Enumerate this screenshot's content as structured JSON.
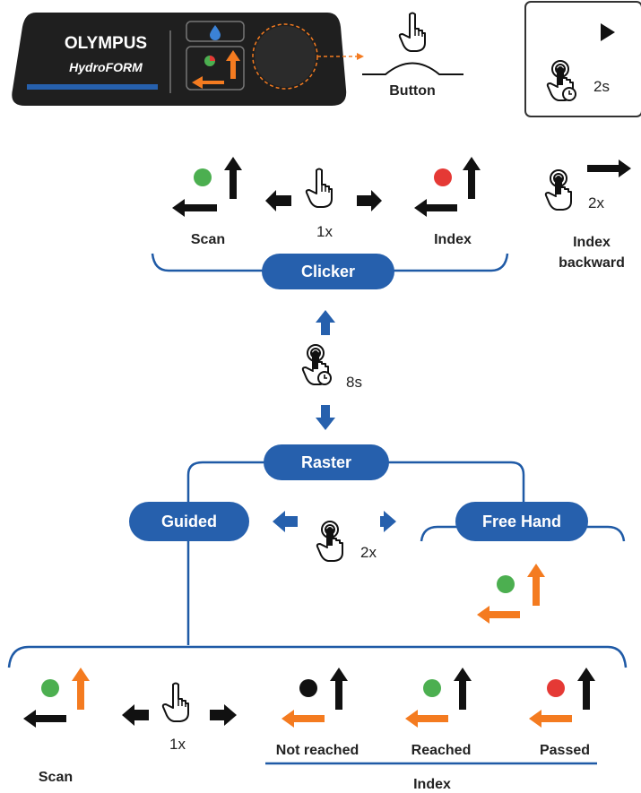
{
  "device": {
    "brand": "OLYMPUS",
    "model": "HydroFORM",
    "button_label": "Button"
  },
  "legend": {
    "hold_duration": "2s"
  },
  "clicker": {
    "label": "Clicker",
    "scan_label": "Scan",
    "index_label": "Index",
    "toggle_count": "1x",
    "index_backward_label_1": "Index",
    "index_backward_label_2": "backward",
    "index_backward_count": "2x"
  },
  "switch_mode": {
    "hold_duration": "8s"
  },
  "raster": {
    "label": "Raster",
    "guided_label": "Guided",
    "free_hand_label": "Free Hand",
    "toggle_count": "2x"
  },
  "guided": {
    "toggle_count": "1x",
    "scan_label": "Scan",
    "index_label": "Index",
    "not_reached_label": "Not reached",
    "reached_label": "Reached",
    "passed_label": "Passed"
  },
  "colors": {
    "pill_blue": "#2660ad",
    "line_blue": "#1f5aa6",
    "orange": "#f47b20",
    "green": "#4caf50",
    "red": "#e53935",
    "black": "#111111"
  }
}
